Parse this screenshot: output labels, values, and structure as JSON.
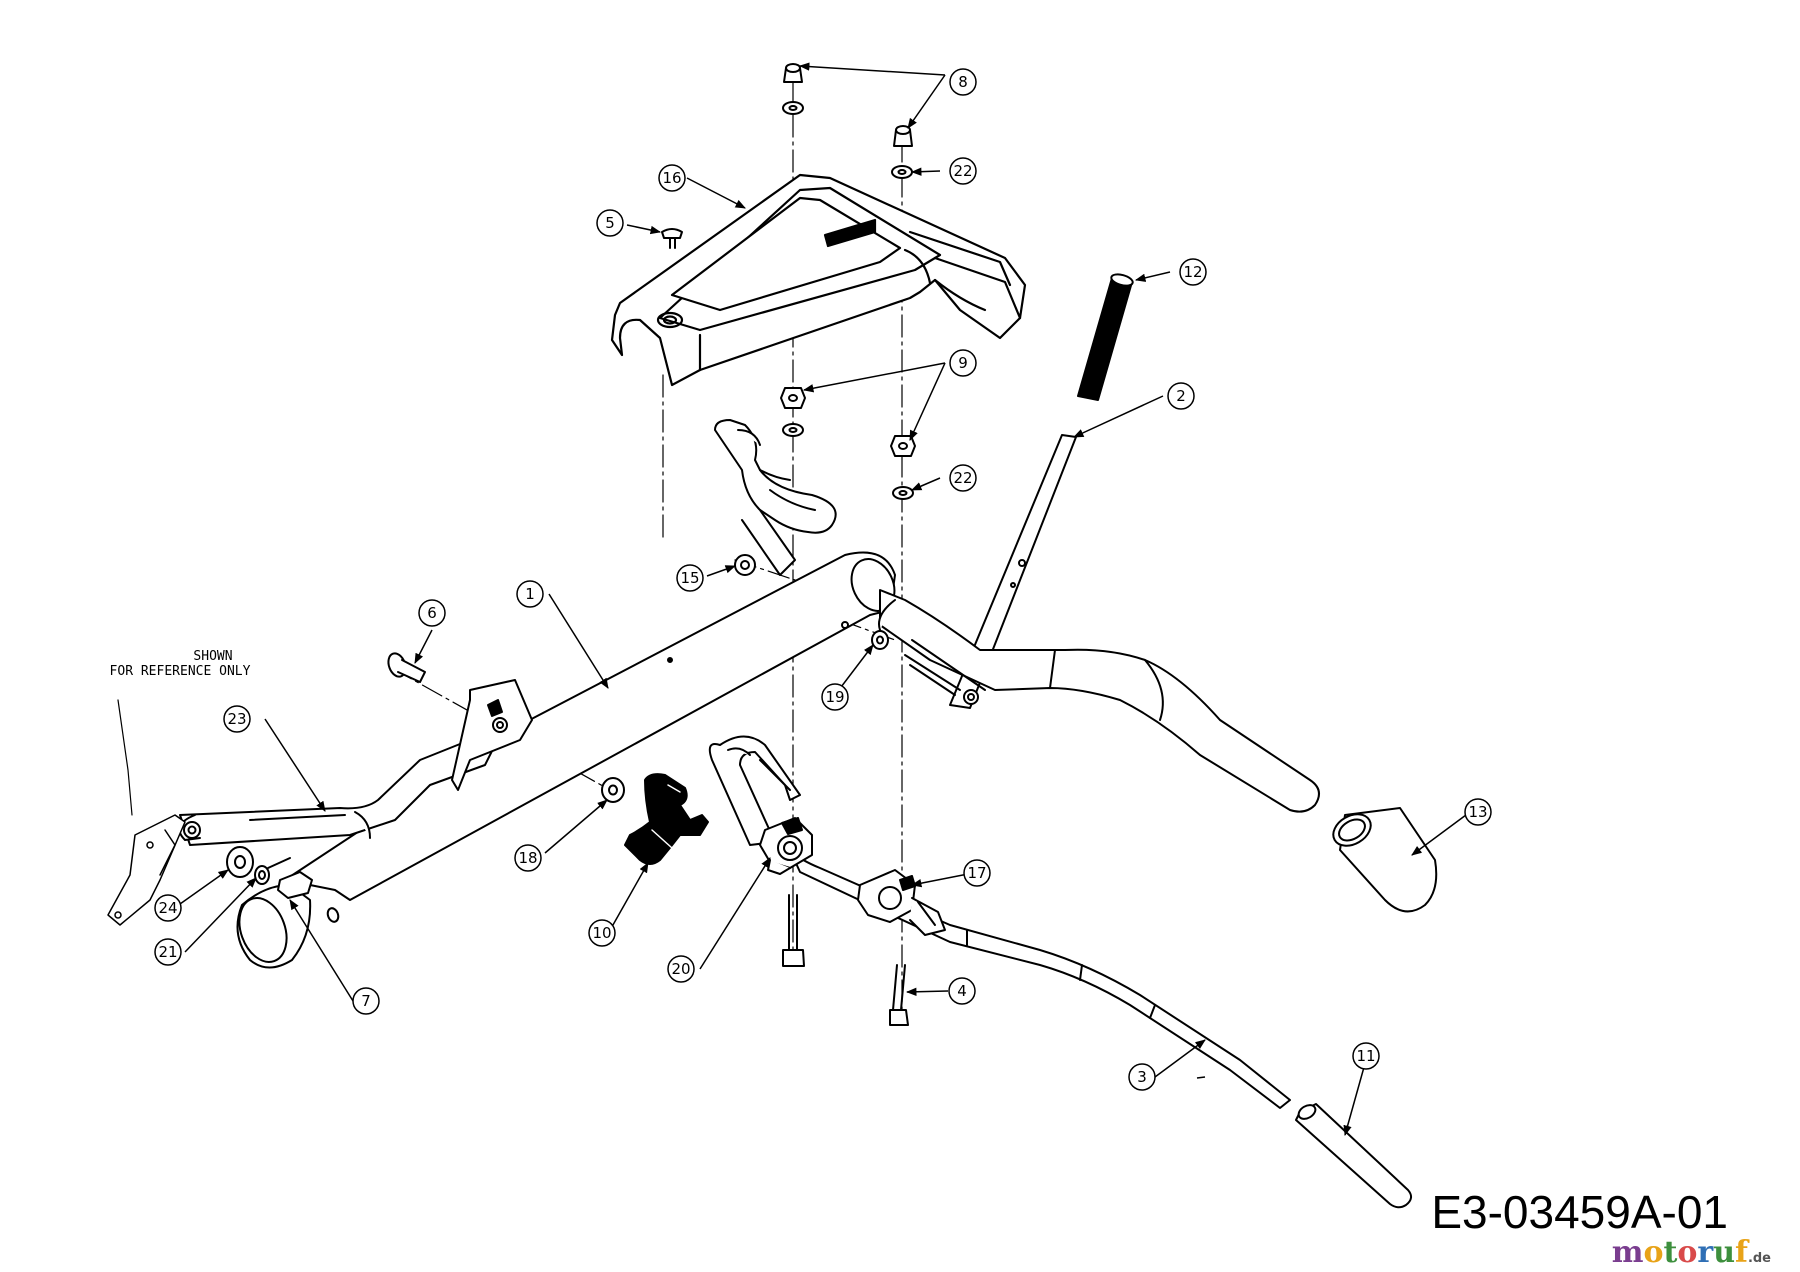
{
  "note": {
    "line1": "SHOWN",
    "line2": "FOR REFERENCE ONLY"
  },
  "drawing_code": "E3-03459A-01",
  "brand": {
    "name": "motoruf",
    "tld": ".de",
    "colors": {
      "m": "#7a3d8f",
      "o1": "#e8a318",
      "t": "#3d8f3d",
      "o2": "#d94a4a",
      "r": "#2f6fb5",
      "u": "#3d8f3d",
      "f": "#e8a318"
    }
  },
  "callouts": [
    {
      "id": "c1",
      "label": "1"
    },
    {
      "id": "c2",
      "label": "2"
    },
    {
      "id": "c3",
      "label": "3"
    },
    {
      "id": "c4",
      "label": "4"
    },
    {
      "id": "c5",
      "label": "5"
    },
    {
      "id": "c6",
      "label": "6"
    },
    {
      "id": "c7",
      "label": "7"
    },
    {
      "id": "c8",
      "label": "8"
    },
    {
      "id": "c9",
      "label": "9"
    },
    {
      "id": "c10",
      "label": "10"
    },
    {
      "id": "c11",
      "label": "11"
    },
    {
      "id": "c12",
      "label": "12"
    },
    {
      "id": "c13",
      "label": "13"
    },
    {
      "id": "c15",
      "label": "15"
    },
    {
      "id": "c16",
      "label": "16"
    },
    {
      "id": "c17",
      "label": "17"
    },
    {
      "id": "c18",
      "label": "18"
    },
    {
      "id": "c19",
      "label": "19"
    },
    {
      "id": "c20",
      "label": "20"
    },
    {
      "id": "c21",
      "label": "21"
    },
    {
      "id": "c22a",
      "label": "22"
    },
    {
      "id": "c22b",
      "label": "22"
    },
    {
      "id": "c23",
      "label": "23"
    },
    {
      "id": "c24",
      "label": "24"
    }
  ]
}
